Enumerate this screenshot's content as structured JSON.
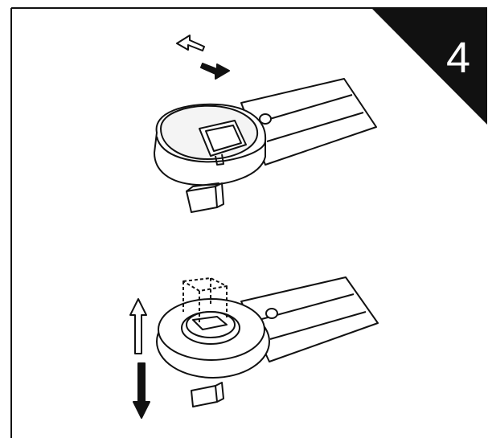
{
  "step": {
    "number": "4"
  },
  "illustrations": [
    {
      "name": "wrench-ratchet-head-top",
      "arrow": "double-horizontal-arrow"
    },
    {
      "name": "wrench-ratchet-head-bottom",
      "arrow": "double-vertical-arrow"
    }
  ],
  "colors": {
    "line": "#111111",
    "background": "#ffffff",
    "badge": "#111111",
    "badge_text": "#ffffff"
  }
}
